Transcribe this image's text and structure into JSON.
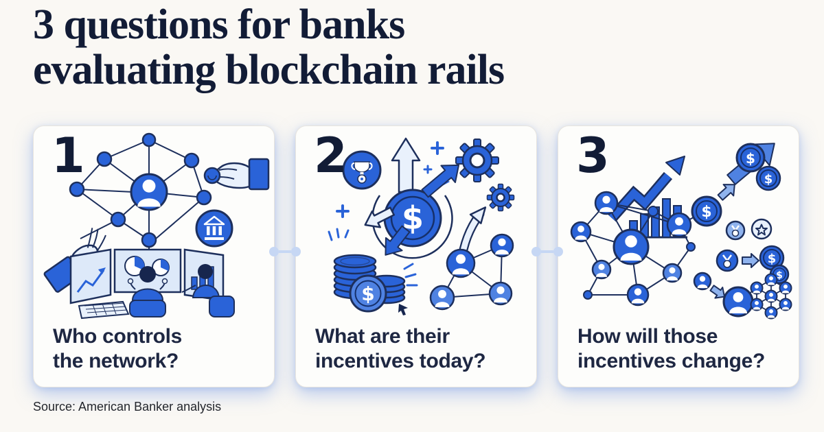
{
  "header": {
    "title_line1": "3 questions for banks",
    "title_line2": "evaluating blockchain rails"
  },
  "cards": [
    {
      "number": "1",
      "caption_line1": "Who controls",
      "caption_line2": "the network?",
      "illustration": "network-control-illustration"
    },
    {
      "number": "2",
      "caption_line1": "What are their",
      "caption_line2": "incentives today?",
      "illustration": "incentives-today-illustration"
    },
    {
      "number": "3",
      "caption_line1": "How will those",
      "caption_line2": "incentives change?",
      "illustration": "incentives-change-illustration"
    }
  ],
  "footer": {
    "source": "Source: American Banker analysis"
  },
  "icons": {
    "dollar": "$"
  },
  "colors": {
    "background": "#faf8f4",
    "card_background": "#fdfdfb",
    "card_border": "#e8e5df",
    "title_navy": "#121c36",
    "caption_navy": "#1e2742",
    "source_text": "#23262d",
    "accent_blue": "#2a63d8",
    "mid_blue": "#4f82e2",
    "light_blue": "#8fb3ee",
    "pale_blue": "#e9f1fc",
    "navy_outline": "#1d2f5c",
    "head_navy": "#17264e",
    "screen_blue": "#dde9f9",
    "glow_blue": "#c6d7f4"
  }
}
